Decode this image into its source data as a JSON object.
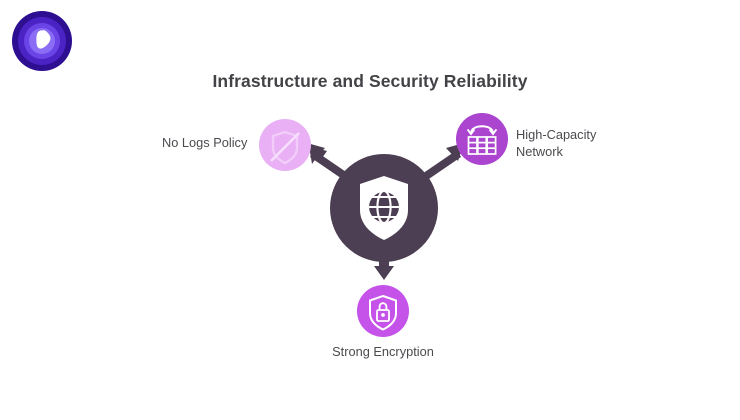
{
  "brand": {
    "logo_icon": "purevpn-shield-logo",
    "colors": {
      "outer_ring": "#2e0f91",
      "mid_ring": "#5b35d6",
      "inner_ring": "#7d5cf0",
      "mark": "#ffffff"
    }
  },
  "header": {
    "title": "Infrastructure and Security Reliability"
  },
  "theme": {
    "background": "#ffffff",
    "title_color": "#434246",
    "label_color": "#4b4a4f",
    "hub_color": "#4d3f53",
    "arrow_color": "#4d3f53",
    "node_logs_color": "#e9b0f5",
    "node_network_color": "#ab45cf",
    "node_encryption_color": "#c553ea",
    "icon_glyph_color": "#ffffff"
  },
  "chart_data": {
    "type": "diagram",
    "layout": "hub-and-spoke",
    "title": "Infrastructure and Security Reliability",
    "hub": {
      "label": "",
      "icon": "shield-globe-icon",
      "color": "#4d3f53"
    },
    "nodes": [
      {
        "id": "no-logs-policy",
        "label": "No Logs Policy",
        "icon": "shield-slash-icon",
        "color": "#e9b0f5",
        "label_position": "left",
        "direction": "up-left"
      },
      {
        "id": "high-capacity-network",
        "label": "High-Capacity Network",
        "label_lines": [
          "High-Capacity",
          "Network"
        ],
        "icon": "server-rack-arrows-icon",
        "color": "#ab45cf",
        "label_position": "right",
        "direction": "up-right"
      },
      {
        "id": "strong-encryption",
        "label": "Strong Encryption",
        "icon": "shield-lock-icon",
        "color": "#c553ea",
        "label_position": "below",
        "direction": "down"
      }
    ],
    "connectors": [
      {
        "from": "hub",
        "to": "no-logs-policy",
        "style": "arrow"
      },
      {
        "from": "hub",
        "to": "high-capacity-network",
        "style": "arrow"
      },
      {
        "from": "hub",
        "to": "strong-encryption",
        "style": "arrow"
      }
    ]
  }
}
